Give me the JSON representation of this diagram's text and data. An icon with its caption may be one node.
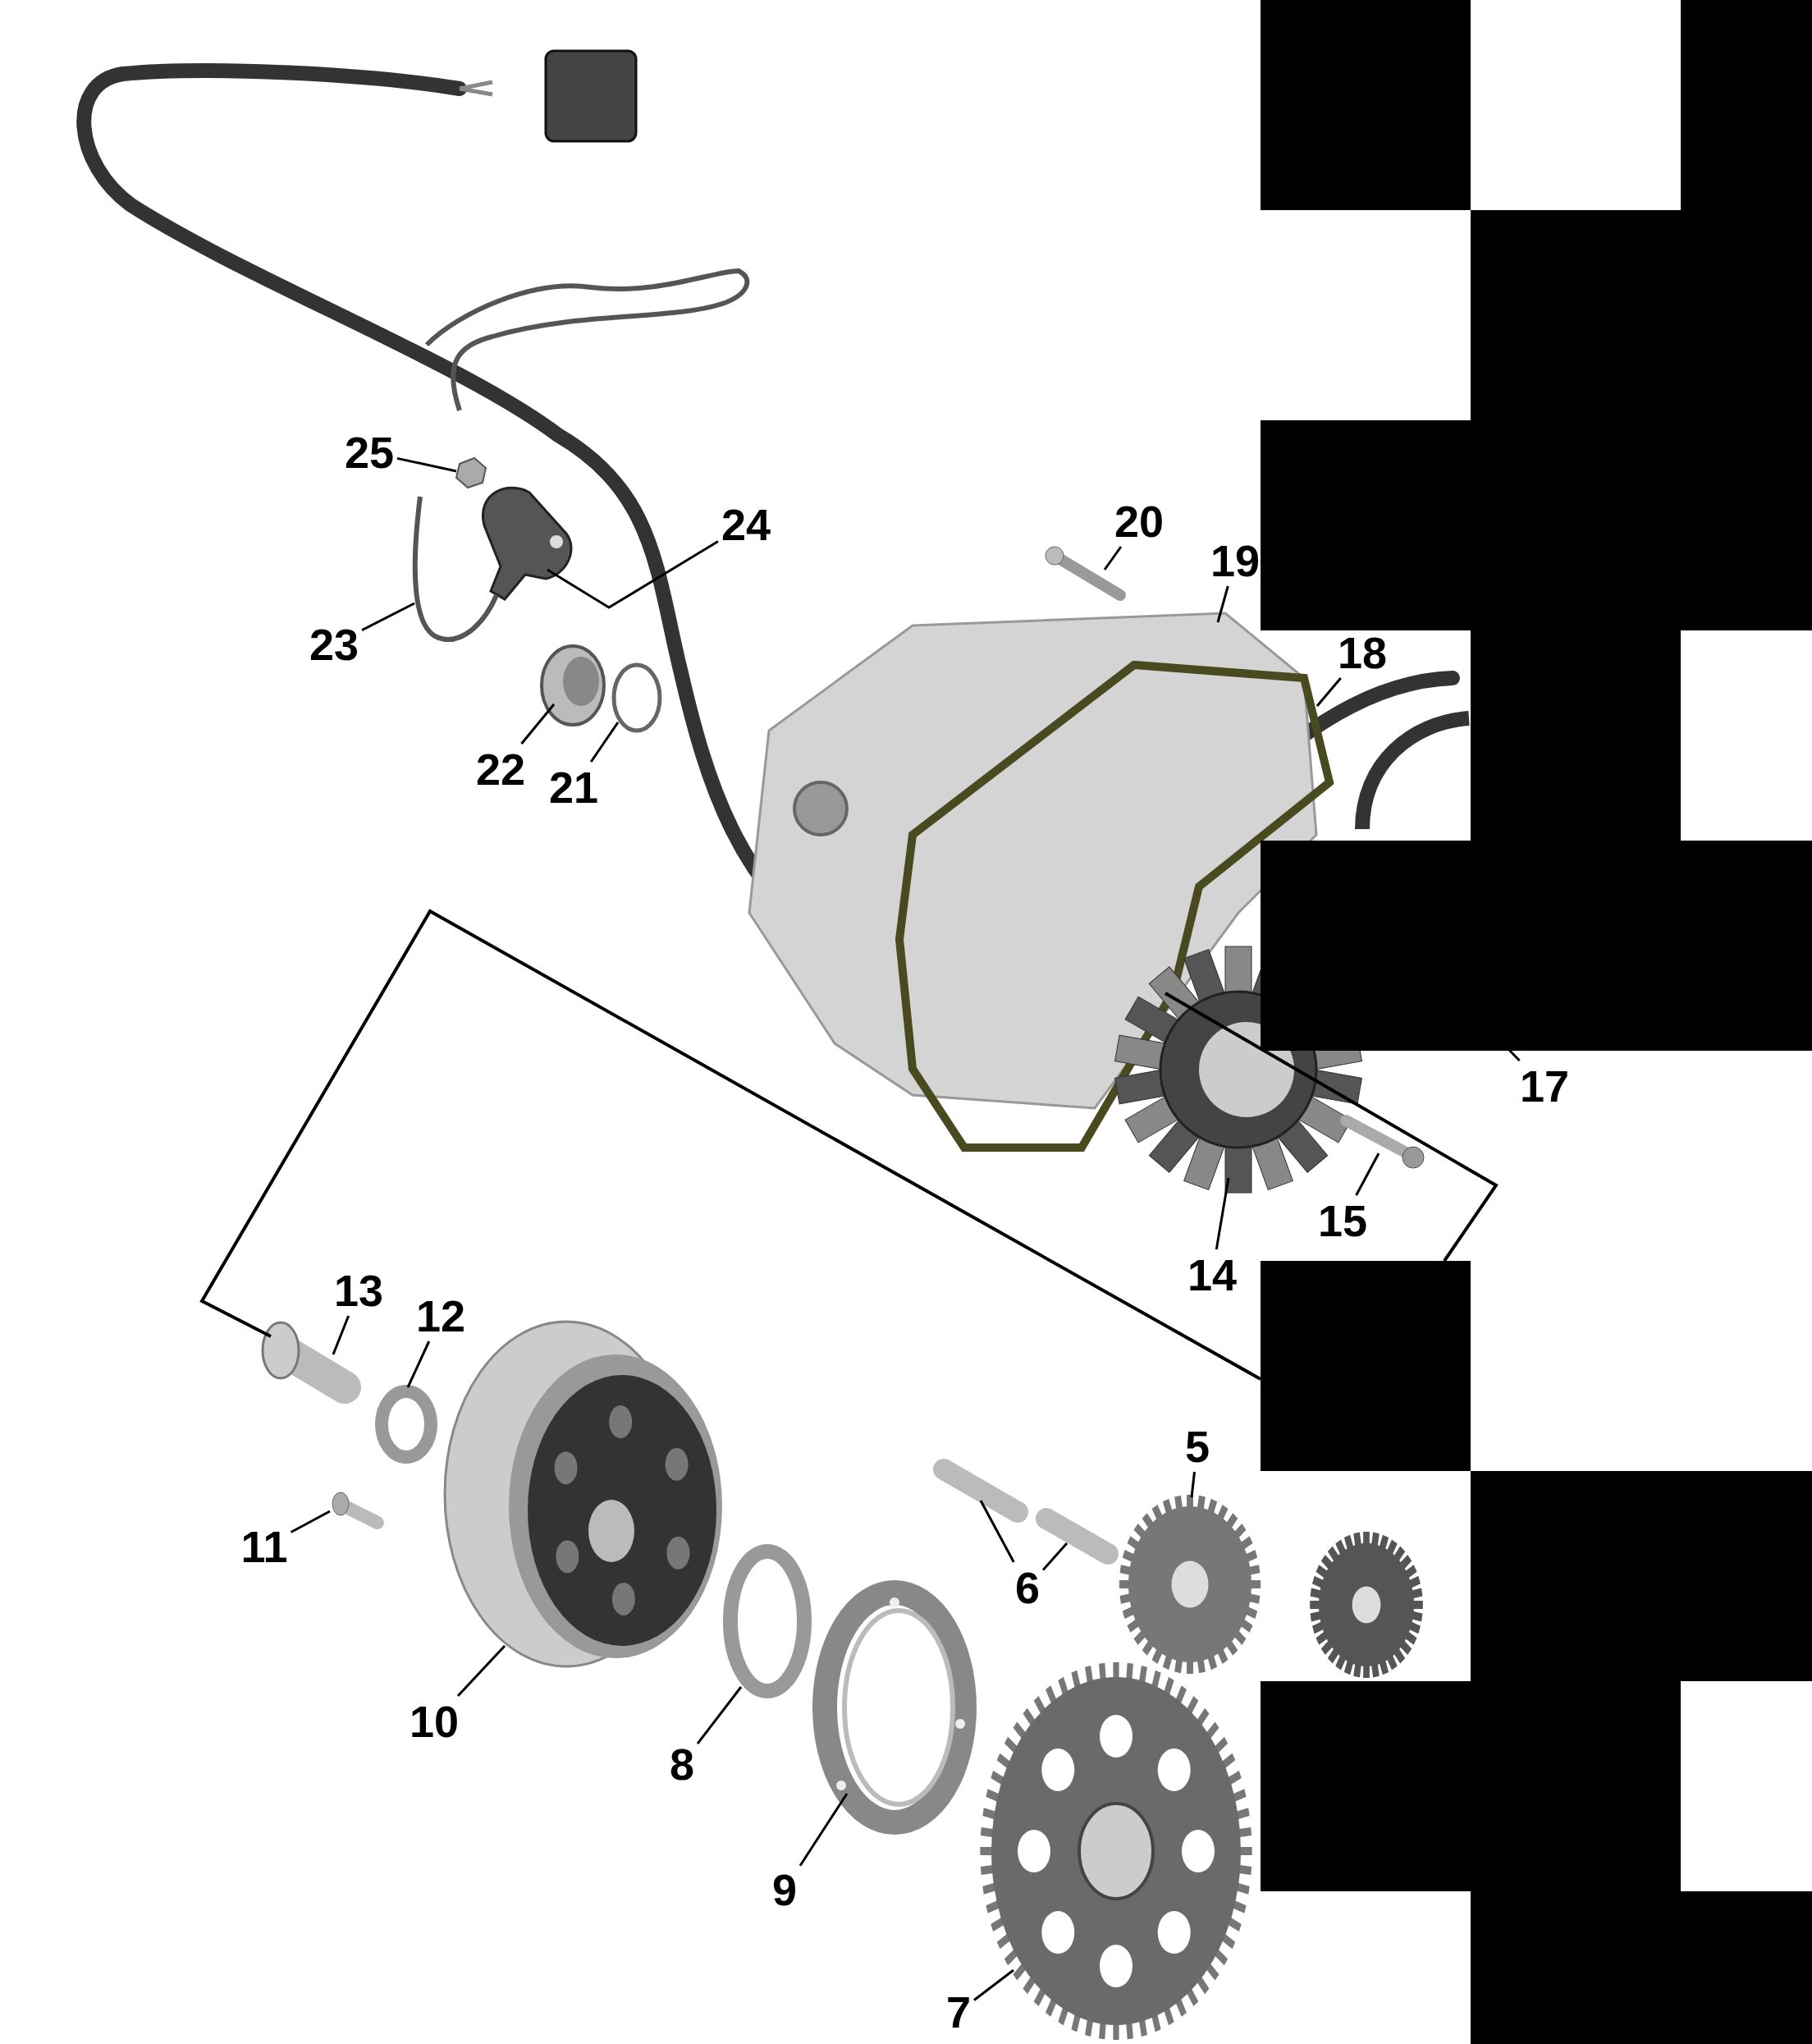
{
  "diagram": {
    "nodes": [
      {
        "text": [
          "25"
        ]
      },
      {
        "text": [
          "20"
        ]
      },
      {
        "text": [
          "24"
        ]
      },
      {
        "text": [
          "19"
        ]
      },
      {
        "text": [
          "18"
        ]
      },
      {
        "text": [
          "23"
        ]
      },
      {
        "text": [
          "22"
        ]
      },
      {
        "text": [
          "21"
        ]
      },
      {
        "text": [
          "17"
        ]
      },
      {
        "text": [
          "15"
        ]
      },
      {
        "text": [
          "14"
        ]
      },
      {
        "text": [
          "13"
        ]
      },
      {
        "text": [
          "12"
        ]
      },
      {
        "text": [
          "5"
        ]
      },
      {
        "text": [
          "11"
        ]
      },
      {
        "text": [
          "6"
        ]
      },
      {
        "text": [
          "10"
        ]
      },
      {
        "text": [
          "8"
        ]
      },
      {
        "text": [
          "9"
        ]
      },
      {
        "text": [
          "7"
        ]
      },
      {
        "text": [],
        "shape": "picture"
      },
      {
        "text": [],
        "shape": "picture"
      },
      {
        "text": [],
        "shape": "picture"
      },
      {
        "text": [],
        "shape": "picture"
      },
      {
        "text": [],
        "shape": "picture"
      },
      {
        "text": [],
        "shape": "picture"
      },
      {
        "text": [],
        "shape": "picture"
      },
      {
        "text": [],
        "shape": "circle"
      },
      {
        "text": [],
        "shape": "picture"
      },
      {
        "text": [],
        "shape": "picture"
      },
      {
        "text": [],
        "shape": "picture"
      },
      {
        "text": [],
        "shape": "circle"
      },
      {
        "text": [],
        "shape": "picture"
      },
      {
        "text": [],
        "shape": "picture"
      },
      {
        "text": [],
        "shape": "picture"
      },
      {
        "text": [],
        "shape": "picture"
      },
      {
        "text": [],
        "shape": "picture"
      },
      {
        "text": [],
        "shape": "circle"
      },
      {
        "text": [],
        "shape": "picture"
      },
      {
        "text": [],
        "shape": "picture"
      }
    ],
    "edges": [
      {
        "from": 0,
        "to": 20,
        "arrow": "none"
      },
      {
        "from": 1,
        "to": 21,
        "arrow": "none"
      },
      {
        "from": 2,
        "to": 22,
        "arrow": "none"
      },
      {
        "from": 3,
        "to": 23,
        "arrow": "none"
      },
      {
        "from": 4,
        "to": 24,
        "arrow": "none"
      },
      {
        "from": 5,
        "to": 25,
        "arrow": "none"
      },
      {
        "from": 6,
        "to": 26,
        "arrow": "none"
      },
      {
        "from": 7,
        "to": 27,
        "arrow": "none"
      },
      {
        "from": 8,
        "to": null,
        "arrow": "none"
      },
      {
        "from": 9,
        "to": 28,
        "arrow": "none"
      },
      {
        "from": 10,
        "to": 29,
        "arrow": "none"
      },
      {
        "from": 11,
        "to": 30,
        "arrow": "none"
      },
      {
        "from": 12,
        "to": 31,
        "arrow": "none"
      },
      {
        "from": 13,
        "to": 32,
        "arrow": "none"
      },
      {
        "from": 14,
        "to": 33,
        "arrow": "none"
      },
      {
        "from": 15,
        "to": 34,
        "arrow": "none"
      },
      {
        "from": 15,
        "to": 35,
        "arrow": "none"
      },
      {
        "from": 16,
        "to": 36,
        "arrow": "none"
      },
      {
        "from": 17,
        "to": 37,
        "arrow": "none"
      },
      {
        "from": 18,
        "to": 38,
        "arrow": "none"
      },
      {
        "from": 19,
        "to": 39,
        "arrow": "none"
      }
    ]
  }
}
